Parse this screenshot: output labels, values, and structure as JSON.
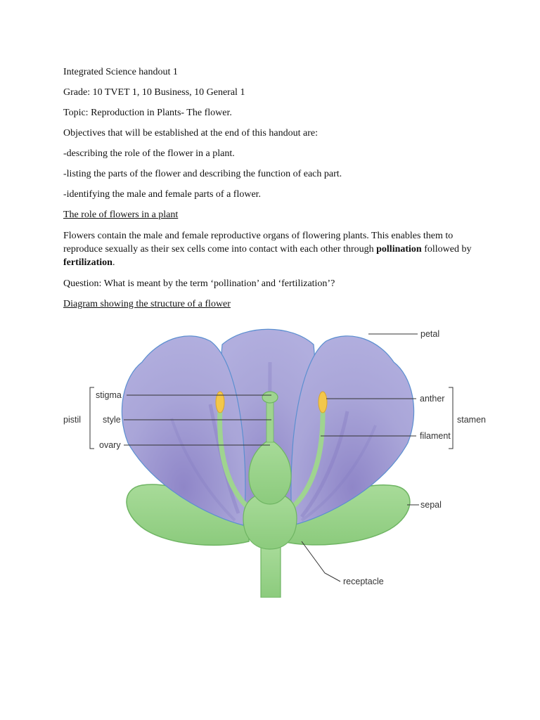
{
  "header": {
    "title": "Integrated Science handout 1",
    "grade": "Grade: 10 TVET 1, 10 Business, 10 General 1",
    "topic": "Topic: Reproduction in Plants- The flower."
  },
  "objectives": {
    "intro": "Objectives that will be established at the end of this handout are:",
    "items": [
      "-describing the role of the flower in a plant.",
      "-listing the parts of the flower and describing the function of each part.",
      "-identifying the male and female parts of a flower."
    ]
  },
  "role_section": {
    "heading": "The role of flowers in a plant",
    "text_part1": "Flowers contain the male and female reproductive organs of flowering plants. This enables them to reproduce sexually as their sex cells come into contact with each other through ",
    "bold1": "pollination",
    "text_part2": " followed by ",
    "bold2": "fertilization",
    "text_part3": "."
  },
  "question": "Question: What is meant by the term ‘pollination’ and ‘fertilization’?",
  "diagram": {
    "heading": "Diagram showing the structure of a flower",
    "labels": {
      "petal": "petal",
      "stigma": "stigma",
      "style": "style",
      "ovary": "ovary",
      "pistil": "pistil",
      "anther": "anther",
      "filament": "filament",
      "stamen": "stamen",
      "sepal": "sepal",
      "receptacle": "receptacle"
    },
    "colors": {
      "petal": "#a7a3d6",
      "petal_edge": "#5b8fd0",
      "green": "#9fd490",
      "green_edge": "#6fb563",
      "anther": "#f3c74a"
    }
  }
}
